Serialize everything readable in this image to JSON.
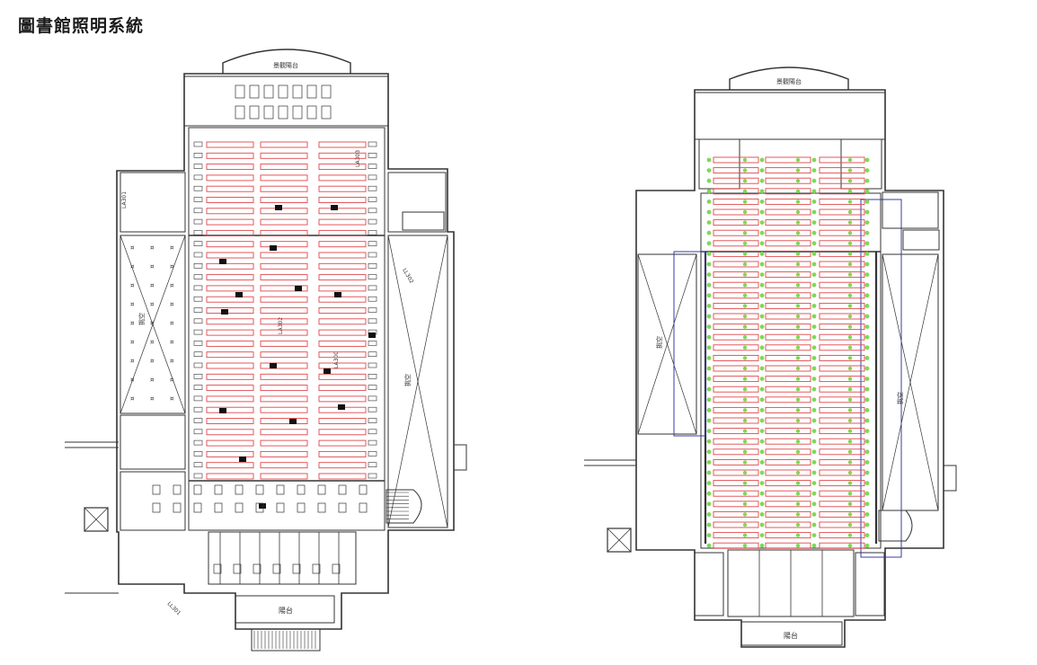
{
  "page": {
    "title": "圖書館照明系統"
  },
  "plans": {
    "left": {
      "top_label": "景觀陽台",
      "bottom_label": "陽台",
      "atrium_left_label": "挑空",
      "atrium_right_label": "挑空",
      "panel_labels": [
        "LA302",
        "LA301",
        "LA303",
        "LA300"
      ],
      "circuit_labels": [
        "LL301",
        "LL302"
      ]
    },
    "right": {
      "top_label": "景觀陽台",
      "bottom_label": "陽台",
      "atrium_left_label": "挑空",
      "atrium_right_label": "挑空"
    }
  },
  "colors": {
    "luminaire_red": "#e0464a",
    "sensor_green": "#7ed957",
    "boundary_blue": "#3a3aa8",
    "wall": "#333333"
  }
}
